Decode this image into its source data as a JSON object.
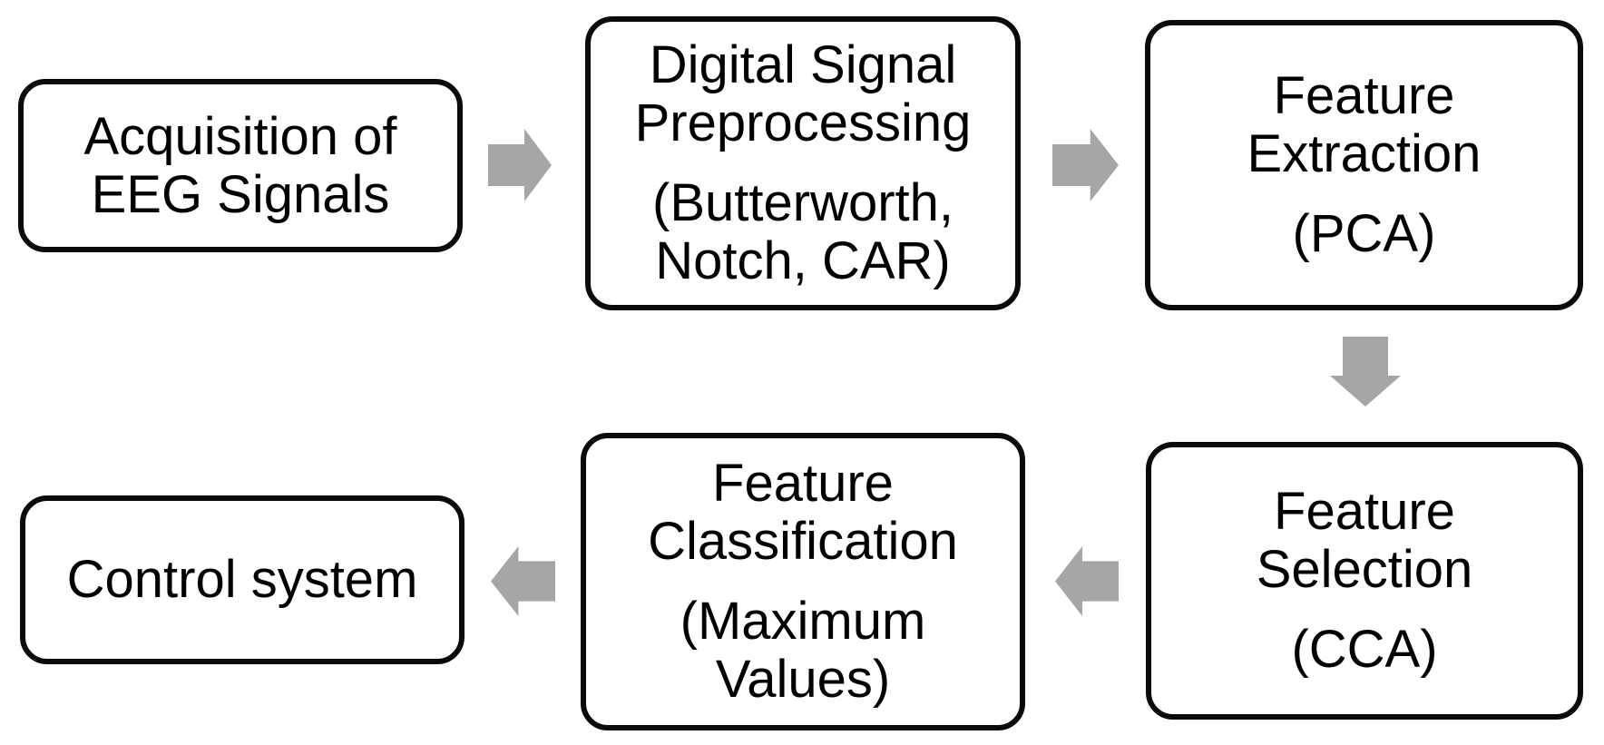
{
  "diagram": {
    "type": "flowchart",
    "description": "EEG signal processing pipeline block diagram",
    "colors": {
      "line": "#0a0a0a",
      "arrow": "#a6a6a6",
      "background": "#ffffff",
      "text": "#000000"
    },
    "boxes": {
      "acquisition": {
        "title": "Acquisition of\nEEG Signals"
      },
      "preprocessing": {
        "title": "Digital Signal\nPreprocessing",
        "subtitle": "(Butterworth,\nNotch, CAR)"
      },
      "extraction": {
        "title": "Feature\nExtraction",
        "subtitle": "(PCA)"
      },
      "selection": {
        "title": "Feature\nSelection",
        "subtitle": "(CCA)"
      },
      "classification": {
        "title": "Feature\nClassification",
        "subtitle": "(Maximum\nValues)"
      },
      "control": {
        "title": "Control system"
      }
    },
    "arrows": [
      {
        "from": "acquisition",
        "to": "preprocessing",
        "direction": "right"
      },
      {
        "from": "preprocessing",
        "to": "extraction",
        "direction": "right"
      },
      {
        "from": "extraction",
        "to": "selection",
        "direction": "down"
      },
      {
        "from": "selection",
        "to": "classification",
        "direction": "left"
      },
      {
        "from": "classification",
        "to": "control",
        "direction": "left"
      }
    ]
  }
}
